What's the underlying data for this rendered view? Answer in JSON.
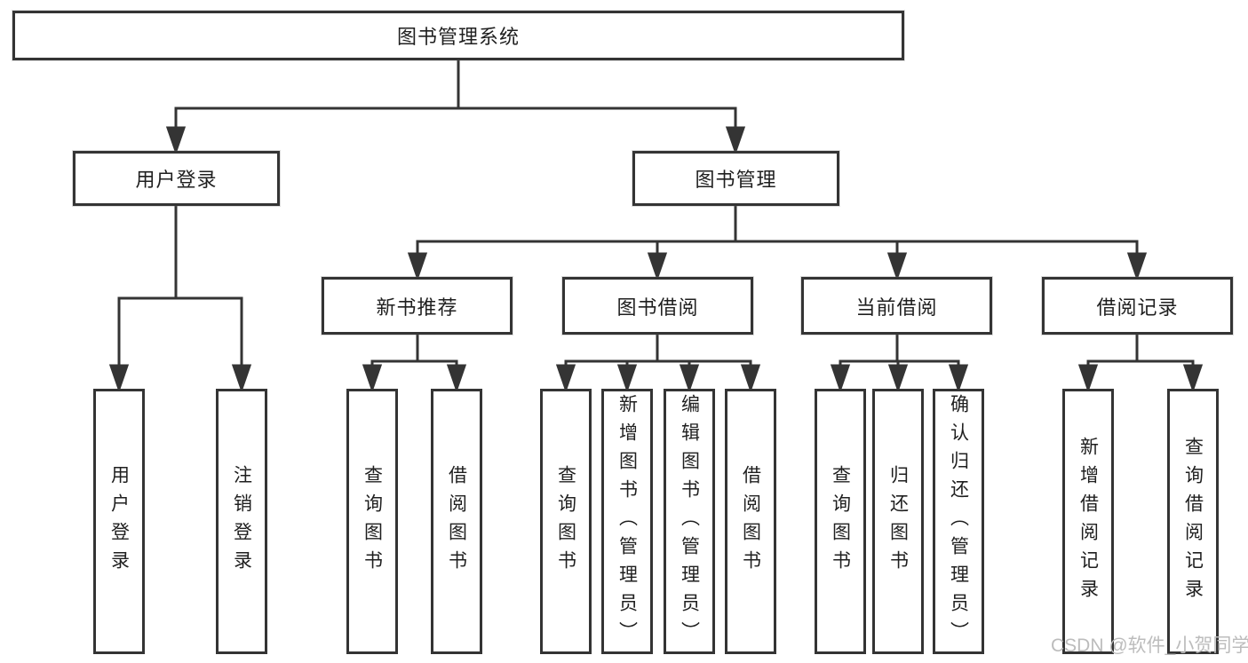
{
  "title": "图书管理系统",
  "branches": [
    {
      "label": "用户登录",
      "children": [
        {
          "label": "用户登录"
        },
        {
          "label": "注销登录"
        }
      ]
    },
    {
      "label": "图书管理",
      "children": [
        {
          "label": "新书推荐",
          "children": [
            {
              "label": "查询图书"
            },
            {
              "label": "借阅图书"
            }
          ]
        },
        {
          "label": "图书借阅",
          "children": [
            {
              "label": "查询图书"
            },
            {
              "label": "新增图书（管理员）"
            },
            {
              "label": "编辑图书（管理员）"
            },
            {
              "label": "借阅图书"
            }
          ]
        },
        {
          "label": "当前借阅",
          "children": [
            {
              "label": "查询图书"
            },
            {
              "label": "归还图书"
            },
            {
              "label": "确认归还（管理员）"
            }
          ]
        },
        {
          "label": "借阅记录",
          "children": [
            {
              "label": "新增借阅记录"
            },
            {
              "label": "查询借阅记录"
            }
          ]
        }
      ]
    }
  ],
  "watermark": "CSDN @软件_小贺同学",
  "colors": {
    "line": "#343434",
    "text": "#1f1f1f",
    "background": "#ffffff",
    "watermark": "#bcbcbc"
  }
}
